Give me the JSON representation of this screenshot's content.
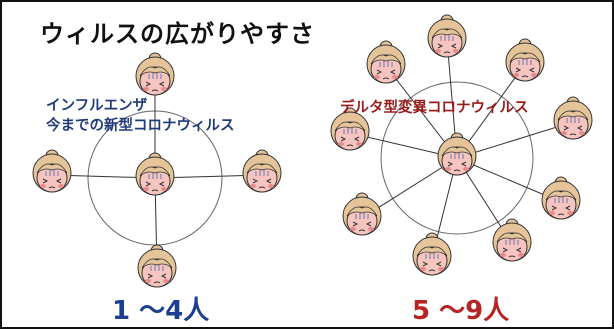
{
  "title": "ウィルスの広がりやすさ",
  "left_panel": {
    "label_line1": "インフルエンザ",
    "label_line2": "今までの新型コロナウィルス",
    "count": "1 〜4人",
    "people": 4,
    "label_color": "#1f3c7a",
    "count_color": "#1c3f8f"
  },
  "right_panel": {
    "label": "デルタ型変異コロナウィルス",
    "count": "5 〜9人",
    "people": 9,
    "label_color": "#9b1b1b",
    "count_color": "#b82323"
  },
  "colors": {
    "face": "#f7c5c0",
    "hair": "#e6c49a",
    "line": "#333333",
    "circle": "#666666"
  },
  "icon": "sick-person-icon"
}
